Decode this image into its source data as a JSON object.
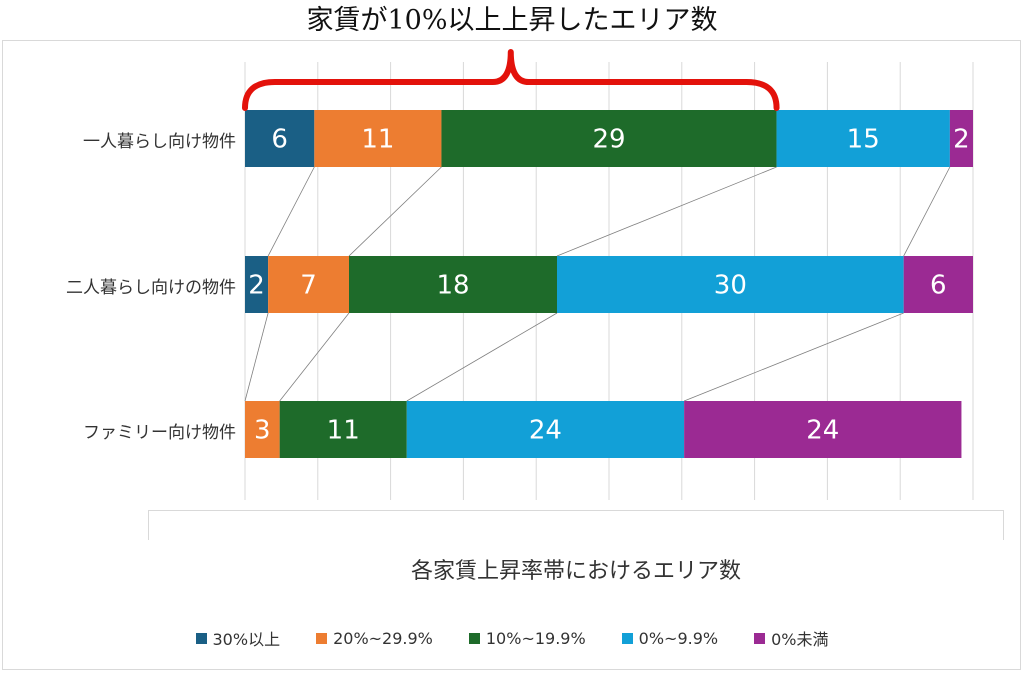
{
  "annotation": "家賃が10%以上上昇したエリア数",
  "chart_data": {
    "type": "bar",
    "orientation": "horizontal",
    "stacked": true,
    "categories": [
      "一人暮らし向け物件",
      "二人暮らし向けの物件",
      "ファミリー向け物件"
    ],
    "series": [
      {
        "name": "30%以上",
        "color": "#1a5f85",
        "values": [
          6,
          2,
          0
        ]
      },
      {
        "name": "20%~29.9%",
        "color": "#ed7d31",
        "values": [
          11,
          7,
          3
        ]
      },
      {
        "name": "10%~19.9%",
        "color": "#1e6b2a",
        "values": [
          29,
          18,
          11
        ]
      },
      {
        "name": "0%~9.9%",
        "color": "#12a0d7",
        "values": [
          15,
          30,
          24
        ]
      },
      {
        "name": "0%未満",
        "color": "#9b2a93",
        "values": [
          2,
          6,
          24
        ]
      }
    ],
    "xlabel": "各家賃上昇率帯におけるエリア数",
    "ylabel": "",
    "total": 63,
    "grid": true,
    "legend_position": "bottom",
    "brace_color": "#e3120b",
    "label_color": "#ffffff",
    "value_labels": true
  }
}
